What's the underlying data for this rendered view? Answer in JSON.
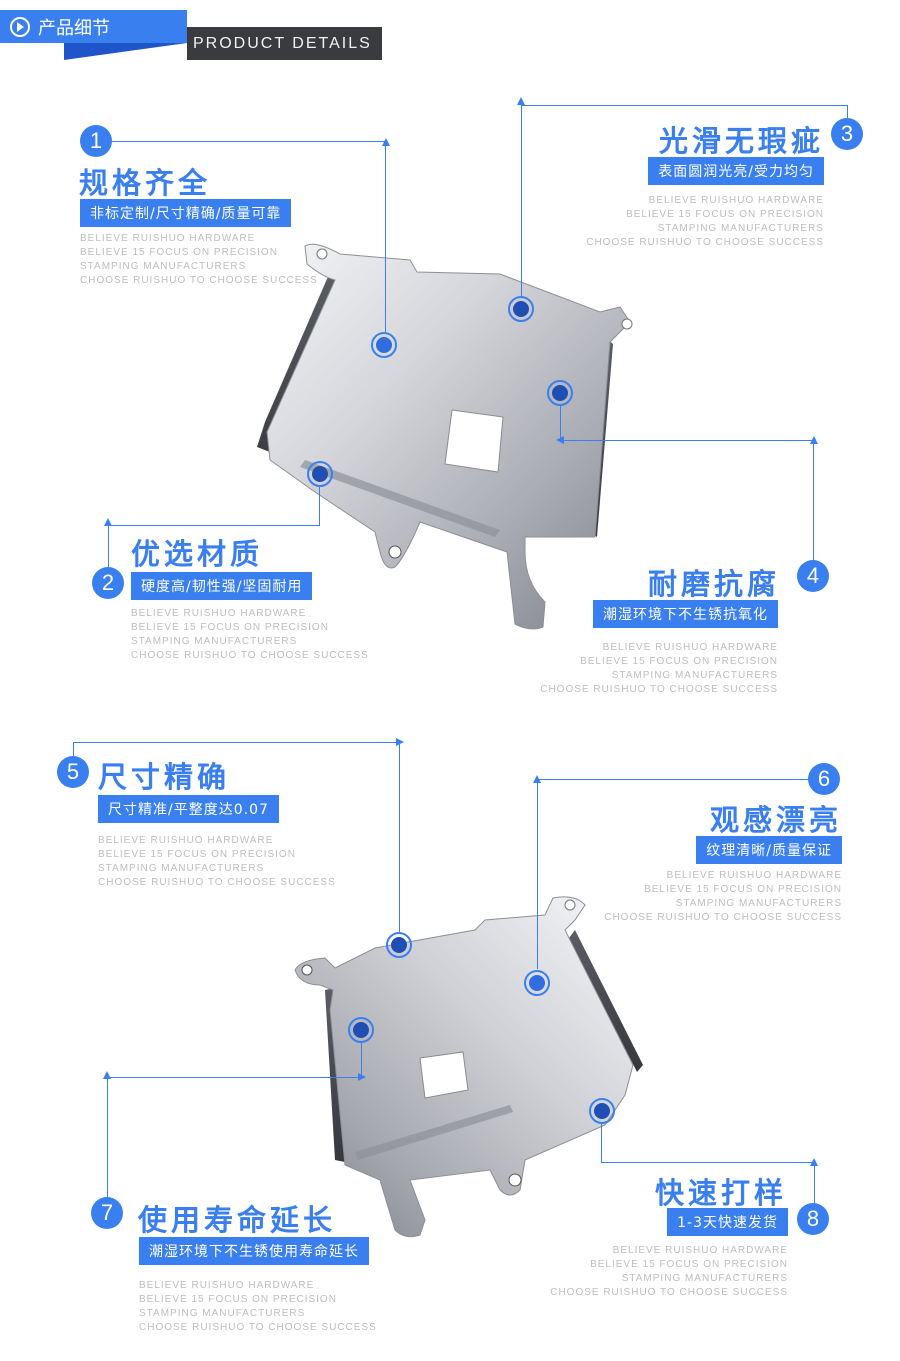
{
  "header": {
    "icon": "play-circle-icon",
    "title": "产品细节",
    "subtitle": "PRODUCT DETAILS"
  },
  "colors": {
    "accent": "#3a7ff0",
    "dark": "#3a3b3f",
    "muted_text": "#bdbdbd"
  },
  "english_lines": [
    "BELIEVE RUISHUO HARDWARE",
    "BELIEVE 15 FOCUS ON PRECISION",
    "STAMPING MANUFACTURERS",
    "CHOOSE RUISHUO TO CHOOSE SUCCESS"
  ],
  "features": [
    {
      "number": "1",
      "title": "规格齐全",
      "tag": "非标定制/尺寸精确/质量可靠"
    },
    {
      "number": "2",
      "title": "优选材质",
      "tag": "硬度高/韧性强/坚固耐用"
    },
    {
      "number": "3",
      "title": "光滑无瑕疵",
      "tag": "表面圆润光亮/受力均匀"
    },
    {
      "number": "4",
      "title": "耐磨抗腐",
      "tag": "潮湿环境下不生锈抗氧化"
    },
    {
      "number": "5",
      "title": "尺寸精确",
      "tag": "尺寸精准/平整度达0.07"
    },
    {
      "number": "6",
      "title": "观感漂亮",
      "tag": "纹理清晰/质量保证"
    },
    {
      "number": "7",
      "title": "使用寿命延长",
      "tag": "潮湿环境下不生锈使用寿命延长"
    },
    {
      "number": "8",
      "title": "快速打样",
      "tag": "1-3天快速发货"
    }
  ]
}
